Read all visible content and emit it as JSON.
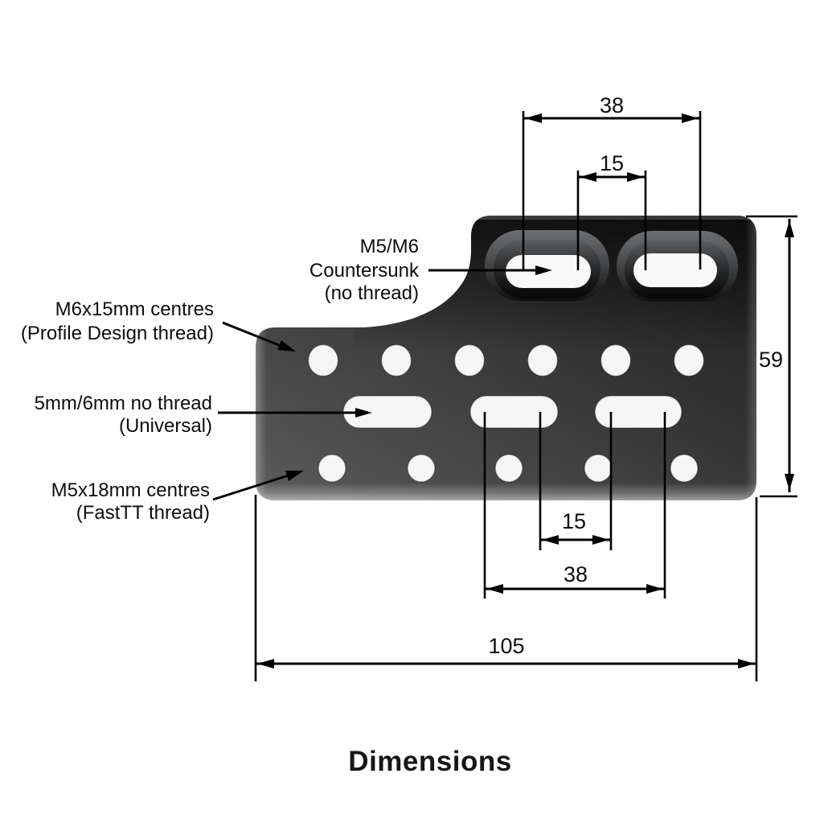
{
  "title": "Dimensions",
  "callouts": {
    "countersunk": {
      "line1": "M5/M6",
      "line2": "Countersunk",
      "line3": "(no thread)"
    },
    "m6_centres": {
      "line1": "M6x15mm centres",
      "line2": "(Profile Design thread)"
    },
    "universal": {
      "line1": "5mm/6mm no thread",
      "line2": "(Universal)"
    },
    "m5_centres": {
      "line1": "M5x18mm centres",
      "line2": "(FastTT thread)"
    }
  },
  "dimensions": {
    "top_slot_outer": "38",
    "top_slot_inner": "15",
    "plate_height": "59",
    "mid_slot_inner": "15",
    "mid_slot_outer": "38",
    "plate_width": "105"
  },
  "plate": {
    "hole_counts": {
      "countersunk_slots": 2,
      "m6_round_holes": 6,
      "universal_slots": 3,
      "m5_round_holes": 5
    },
    "colors": {
      "body_dark": "#1f1f1f",
      "body_light": "#5c5c5c",
      "recess_gray": "#46484a",
      "hole_fill": "#f6f6f6",
      "line_color": "#000000",
      "text_color": "#0d0d0d",
      "background": "#ffffff"
    }
  }
}
